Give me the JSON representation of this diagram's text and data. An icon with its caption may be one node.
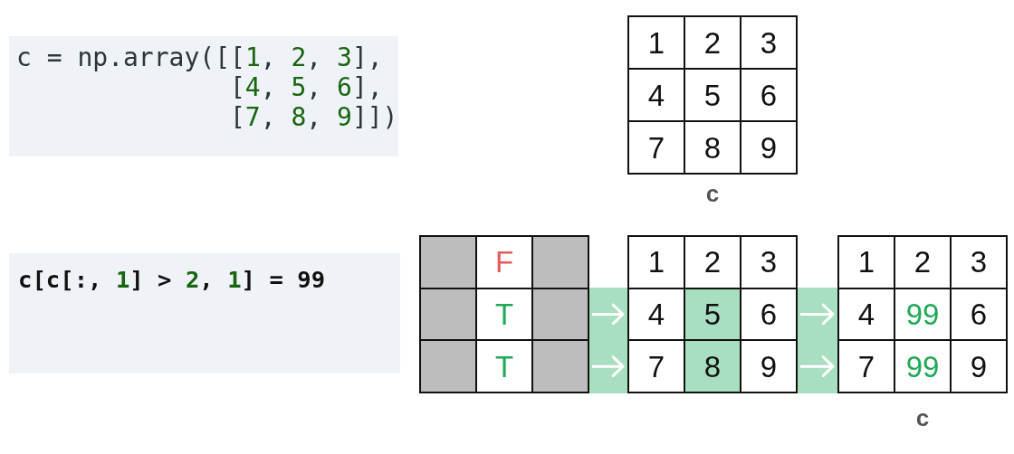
{
  "diagram": {
    "nodes": [
      {
        "text": [
          "c = np.array([[1, 2, 3], [4, 5, 6], [7, 8, 9]])"
        ]
      },
      {
        "text": [],
        "shape": "box",
        "beside": [
          "c"
        ]
      },
      {
        "text": [
          "1"
        ],
        "in": 1
      },
      {
        "text": [
          "2"
        ],
        "in": 1
      },
      {
        "text": [
          "3"
        ],
        "in": 1
      },
      {
        "text": [
          "4"
        ],
        "in": 1
      },
      {
        "text": [
          "5"
        ],
        "in": 1
      },
      {
        "text": [
          "6"
        ],
        "in": 1
      },
      {
        "text": [
          "7"
        ],
        "in": 1
      },
      {
        "text": [
          "8"
        ],
        "in": 1
      },
      {
        "text": [
          "9"
        ],
        "in": 1
      },
      {
        "text": [
          "c[c[:, 1] > 2, 1] = 99"
        ]
      },
      {
        "text": [],
        "shape": "box"
      },
      {
        "text": [],
        "shape": "box",
        "in": 12
      },
      {
        "text": [
          "F"
        ],
        "in": 12
      },
      {
        "text": [],
        "shape": "box",
        "in": 12
      },
      {
        "text": [],
        "shape": "box",
        "in": 12
      },
      {
        "text": [
          "T"
        ],
        "in": 12
      },
      {
        "text": [],
        "shape": "box",
        "in": 12
      },
      {
        "text": [],
        "shape": "box",
        "in": 12
      },
      {
        "text": [
          "T"
        ],
        "in": 12
      },
      {
        "text": [],
        "shape": "box",
        "in": 12
      },
      {
        "text": [],
        "shape": "box"
      },
      {
        "text": [
          "1"
        ],
        "in": 22
      },
      {
        "text": [
          "2"
        ],
        "in": 22
      },
      {
        "text": [
          "3"
        ],
        "in": 22
      },
      {
        "text": [
          "4"
        ],
        "in": 22
      },
      {
        "text": [
          "5"
        ],
        "in": 22
      },
      {
        "text": [
          "6"
        ],
        "in": 22
      },
      {
        "text": [
          "7"
        ],
        "in": 22
      },
      {
        "text": [
          "8"
        ],
        "in": 22
      },
      {
        "text": [
          "9"
        ],
        "in": 22
      },
      {
        "text": [],
        "shape": "box",
        "beside": [
          "c"
        ]
      },
      {
        "text": [
          "1"
        ],
        "in": 32
      },
      {
        "text": [
          "2"
        ],
        "in": 32
      },
      {
        "text": [
          "3"
        ],
        "in": 32
      },
      {
        "text": [
          "4"
        ],
        "in": 32
      },
      {
        "text": [
          "99"
        ],
        "in": 32
      },
      {
        "text": [
          "6"
        ],
        "in": 32
      },
      {
        "text": [
          "7"
        ],
        "in": 32
      },
      {
        "text": [
          "99"
        ],
        "in": 32
      },
      {
        "text": [
          "9"
        ],
        "in": 32
      }
    ],
    "edges": [
      {
        "from": 18,
        "to": 26,
        "arrow": "to"
      },
      {
        "from": 21,
        "to": 29,
        "arrow": "to"
      },
      {
        "from": 28,
        "to": 36,
        "arrow": "to"
      },
      {
        "from": 31,
        "to": 39,
        "arrow": "to"
      }
    ]
  }
}
